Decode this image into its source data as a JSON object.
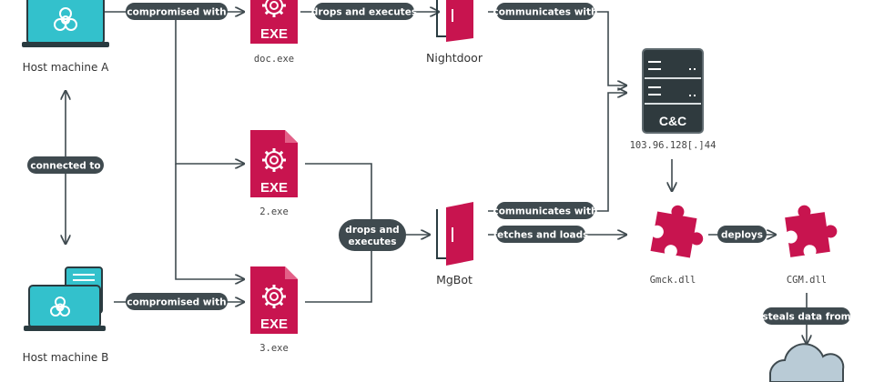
{
  "nodes": {
    "host_a": "Host machine A",
    "host_b": "Host machine B",
    "doc_exe": "doc.exe",
    "two_exe": "2.exe",
    "three_exe": "3.exe",
    "nightdoor": "Nightdoor",
    "mgbot": "MgBot",
    "cc_ip": "103.96.128[.]44",
    "cc_box": "C&C",
    "gmck": "Gmck.dll",
    "cgm": "CGM.dll",
    "exe_badge": "EXE"
  },
  "edges": {
    "compromised_a": "compromised with",
    "compromised_b": "compromised with",
    "drops_executes_top": "drops and executes",
    "drops_executes_mid_1": "drops and",
    "drops_executes_mid_2": "executes",
    "communicates_top": "communicates with",
    "communicates_mid": "communicates with",
    "fetches_loads": "fetches and loads",
    "connected_to": "connected to",
    "deploys": "deploys",
    "steals": "steals data from"
  },
  "colors": {
    "malware": "#c8144f",
    "host": "#33c1cc",
    "pill": "#3f4a4f",
    "server": "#2f3a3e",
    "cloud": "#b9cbd6"
  },
  "icons": {
    "host": "monitor-biohazard-icon",
    "exe": "exe-file-gear-icon",
    "backdoor": "door-icon",
    "server": "server-icon",
    "plugin": "puzzle-piece-icon",
    "cloud": "cloud-icon"
  }
}
